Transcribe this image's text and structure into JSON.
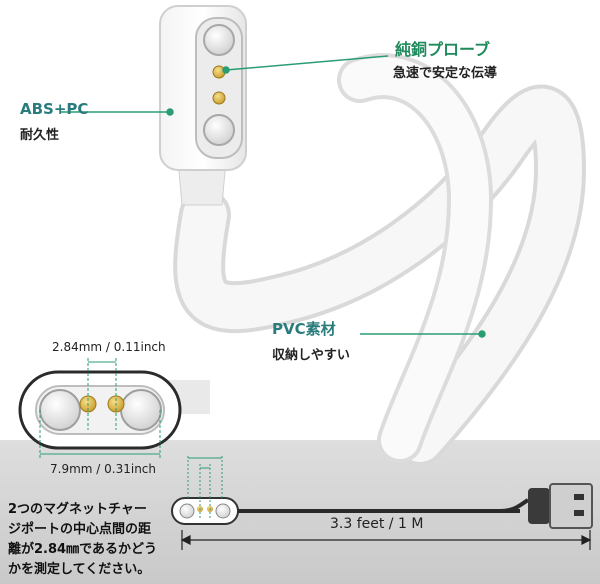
{
  "probe": {
    "title": "純銅プローブ",
    "subtitle": "急速で安定な伝導"
  },
  "housing": {
    "title": "ABS+PC",
    "subtitle": "耐久性"
  },
  "cable": {
    "title": "PVC素材",
    "subtitle": "収納しやすい"
  },
  "detail": {
    "pin_spacing": "2.84mm / 0.11inch",
    "width": "7.9mm / 0.31inch"
  },
  "length": {
    "label": "3.3 feet / 1 M"
  },
  "note": {
    "line1": "2つのマグネットチャー",
    "line2": "ジポートの中心点間の距",
    "line3": "離が2.84㎜であるかどう",
    "line4": "かを測定してください。"
  },
  "colors": {
    "accent_green": "#1f8a5b",
    "accent_teal": "#2a7c7c",
    "pin_gold": "#d9b13b",
    "bottom_band": "#d6d6d6"
  }
}
